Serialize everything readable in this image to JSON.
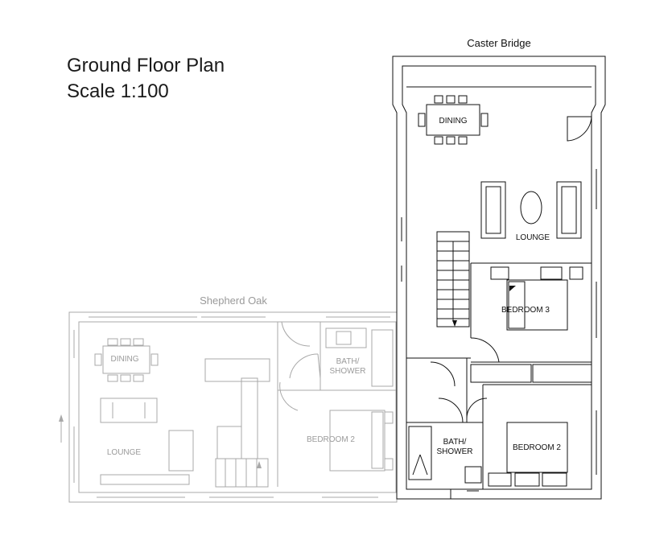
{
  "title": {
    "line1": "Ground Floor Plan",
    "line2": "Scale 1:100"
  },
  "properties": {
    "caster_bridge": {
      "name": "Caster Bridge",
      "rooms": {
        "dining": "DINING",
        "lounge": "LOUNGE",
        "bedroom3": "BEDROOM 3",
        "bath_line1": "BATH/",
        "bath_line2": "SHOWER",
        "bedroom2": "BEDROOM 2"
      }
    },
    "shepherd_oak": {
      "name": "Shepherd Oak",
      "rooms": {
        "dining": "DINING",
        "lounge": "LOUNGE",
        "bath_line1": "BATH/",
        "bath_line2": "SHOWER",
        "bedroom2": "BEDROOM 2"
      }
    }
  },
  "colors": {
    "wall_dark": "#111111",
    "wall_faint": "#a8a8a8",
    "text_faint": "#9a9a9a"
  }
}
